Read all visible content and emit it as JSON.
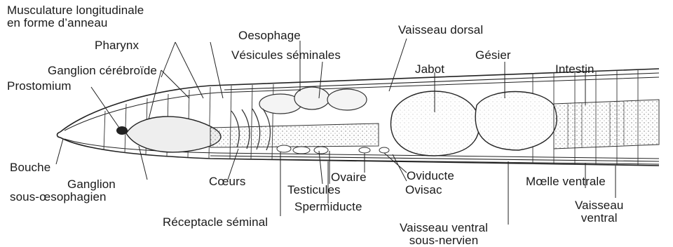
{
  "labels": {
    "musculature": [
      "Musculature longitudinale",
      "en forme d’anneau"
    ],
    "oesophage": "Oesophage",
    "vaisseau_dorsal": "Vaisseau dorsal",
    "pharynx": "Pharynx",
    "vesicules": "Vésicules séminales",
    "gesier": "Gésier",
    "jabot": "Jabot",
    "intestin": "Intestin",
    "ganglion_cerebroide": "Ganglion cérébroïde",
    "prostomium": "Prostomium",
    "bouche": "Bouche",
    "ganglion_sous": [
      "Ganglion",
      "sous-œsophagien"
    ],
    "coeurs": "Cœurs",
    "ovaire": "Ovaire",
    "oviducte": "Oviducte",
    "ovisac": "Ovisac",
    "testicules": "Testicules",
    "spermiducte": "Spermiducte",
    "receptacle": "Réceptacle séminal",
    "moelle": "Mœlle ventrale",
    "vaisseau_ventral": [
      "Vaisseau",
      "ventral"
    ],
    "vaisseau_sous_nervien": [
      "Vaisseau ventral",
      "sous-nervien"
    ]
  }
}
